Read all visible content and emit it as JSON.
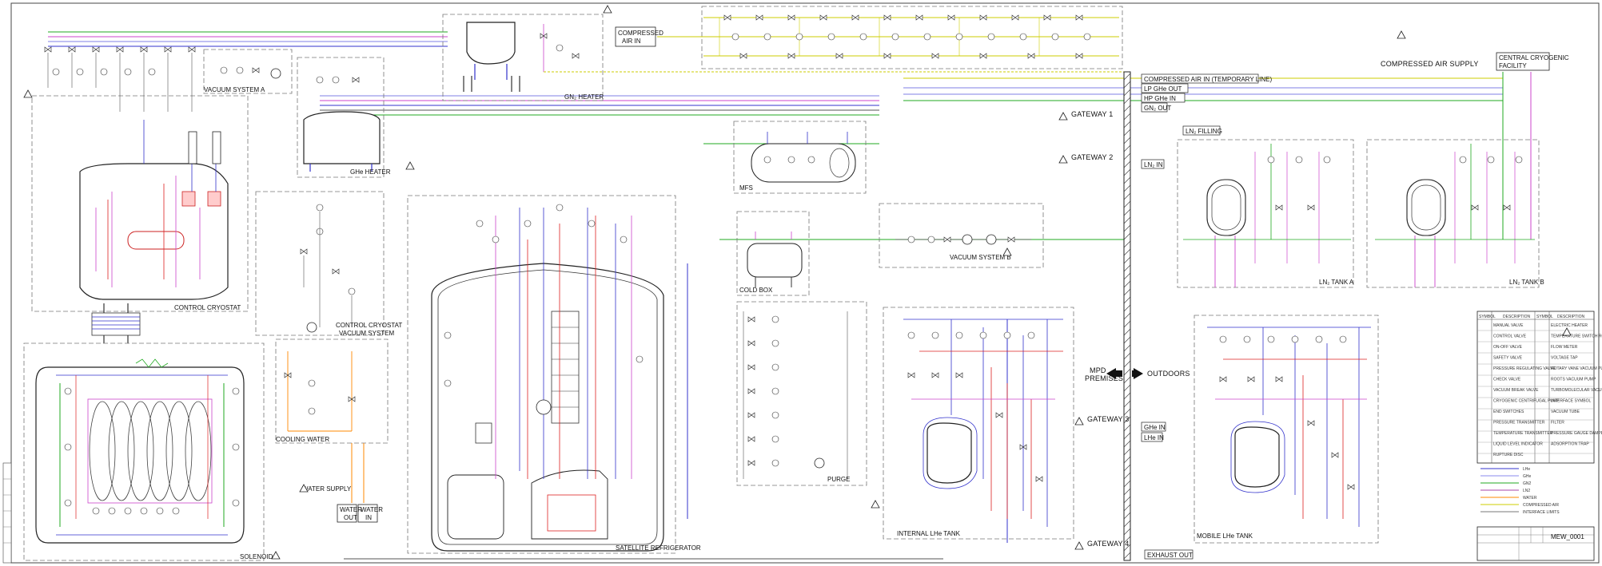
{
  "sections": {
    "control_cryostat": "CONTROL CRYOSTAT",
    "solenoid": "SOLENOID",
    "vacuum_a": "VACUUM SYSTEM A",
    "ghe_heater_1": "GHe HEATER",
    "gn2_heater": "GN₂ HEATER",
    "cc_vacuum_line1": "CONTROL CRYOSTAT",
    "cc_vacuum_line2": "VACUUM SYSTEM",
    "cooling_water": "COOLING WATER",
    "water_supply": "WATER SUPPLY",
    "water_out_1": "WATER",
    "water_out_2": "OUT",
    "water_in_1": "WATER",
    "water_in_2": "IN",
    "satellite_refrigerator": "SATELLITE REFRIGERATOR",
    "compressed_air_in_1": "COMPRESSED",
    "compressed_air_in_2": "AIR IN",
    "compressed_air_supply": "COMPRESSED AIR SUPPLY",
    "mfs": "MFS",
    "cold_box": "COLD BOX",
    "vacuum_b": "VACUUM SYSTEM B",
    "purge": "PURGE",
    "internal_lhe_tank": "INTERNAL LHe TANK",
    "gateway_1": "GATEWAY 1",
    "gateway_2": "GATEWAY 2",
    "gateway_3": "GATEWAY 3",
    "gateway_4": "GATEWAY 4",
    "mpd_premises_1": "MPD",
    "mpd_premises_2": "PREMISES",
    "outdoors": "OUTDOORS",
    "central_cryogenic_1": "CENTRAL CRYOGENIC",
    "central_cryogenic_2": "FACILITY",
    "compressed_air_temp": "COMPRESSED AIR IN (TEMPORARY LINE)",
    "lp_ghe_out": "LP GHe OUT",
    "hp_ghe_in": "HP GHe IN",
    "gn2_out": "GN₂ OUT",
    "ln2_in": "LN₂ IN",
    "ln2_filling": "LN₂ FILLING",
    "ln2_tank_a": "LN₂ TANK A",
    "ln2_tank_b": "LN₂ TANK B",
    "ghe_in": "GHe IN",
    "lhe_in": "LHe IN",
    "exhaust_out": "EXHAUST OUT",
    "mobile_lhe_tank": "MOBILE LHe TANK",
    "drawing_number": "MEW_0001"
  },
  "legend_table": {
    "header_symbol": "SYMBOL",
    "header_description": "DESCRIPTION",
    "rows_left": [
      "MANUAL VALVE",
      "CONTROL VALVE",
      "ON-OFF VALVE",
      "SAFETY VALVE",
      "PRESSURE REGULATING VALVE",
      "CHECK VALVE",
      "VACUUM BREAK VALVE",
      "CRYOGENIC CENTRIFUGAL PUMP",
      "END SWITCHES",
      "PRESSURE TRANSMITTER",
      "TEMPERATURE TRANSMITTER",
      "LIQUID LEVEL INDICATOR",
      "RUPTURE DISC"
    ],
    "rows_right": [
      "ELECTRIC HEATER",
      "TEMPERATURE SWITCH ROUND",
      "FLOW METER",
      "VOLTAGE TAP",
      "ROTARY VANE VACUUM PUMP",
      "ROOTS VACUUM PUMP",
      "TURBOMOLECULAR VACUUM PUMP",
      "INTERFACE SYMBOL",
      "VACUUM TUBE",
      "FILTER",
      "PRESSURE GAUGE DAMPER",
      "ADSORPTION TRAP"
    ]
  },
  "line_legend": [
    {
      "name": "LHe",
      "color": "#3333cc"
    },
    {
      "name": "GHe",
      "color": "#8888ee"
    },
    {
      "name": "GN2",
      "color": "#22aa22"
    },
    {
      "name": "LN2",
      "color": "#aa44aa"
    },
    {
      "name": "WATER",
      "color": "#ff8800"
    },
    {
      "name": "COMPRESSED AIR",
      "color": "#cccc00"
    },
    {
      "name": "INTERFACE LIMITS",
      "color": "#777777"
    }
  ],
  "colors": {
    "lhe": "#3333cc",
    "ghe": "#7f7fe6",
    "gn2": "#22aa22",
    "ln2": "#cc44cc",
    "water": "#ff8800",
    "air": "#cccc00",
    "hot": "#dd2222",
    "interface": "#888888"
  }
}
